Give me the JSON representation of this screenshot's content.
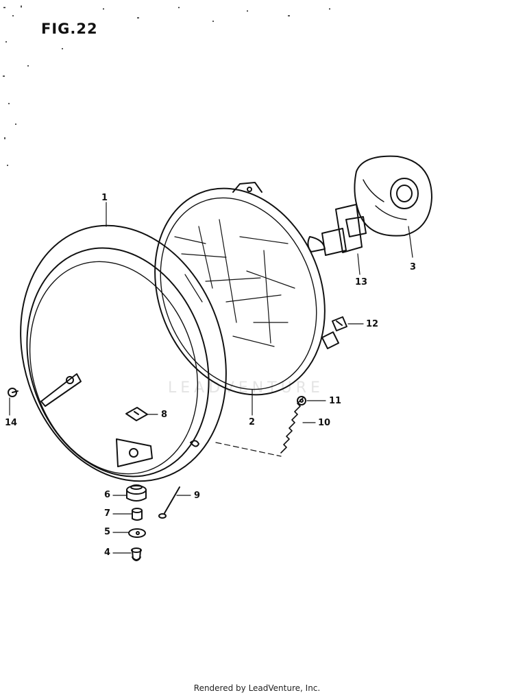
{
  "figure": {
    "title": "FIG.22"
  },
  "callouts": [
    {
      "id": "1",
      "label": "1"
    },
    {
      "id": "2",
      "label": "2"
    },
    {
      "id": "3",
      "label": "3"
    },
    {
      "id": "4",
      "label": "4"
    },
    {
      "id": "5",
      "label": "5"
    },
    {
      "id": "6",
      "label": "6"
    },
    {
      "id": "7",
      "label": "7"
    },
    {
      "id": "8",
      "label": "8"
    },
    {
      "id": "9",
      "label": "9"
    },
    {
      "id": "10",
      "label": "10"
    },
    {
      "id": "11",
      "label": "11"
    },
    {
      "id": "12",
      "label": "12"
    },
    {
      "id": "13",
      "label": "13"
    },
    {
      "id": "14",
      "label": "14"
    }
  ],
  "watermark": "LEADVENTURE",
  "footer": {
    "credit": "Rendered by LeadVenture, Inc."
  },
  "colors": {
    "ink": "#111111",
    "background": "#ffffff",
    "watermark": "#e4e4e4"
  }
}
